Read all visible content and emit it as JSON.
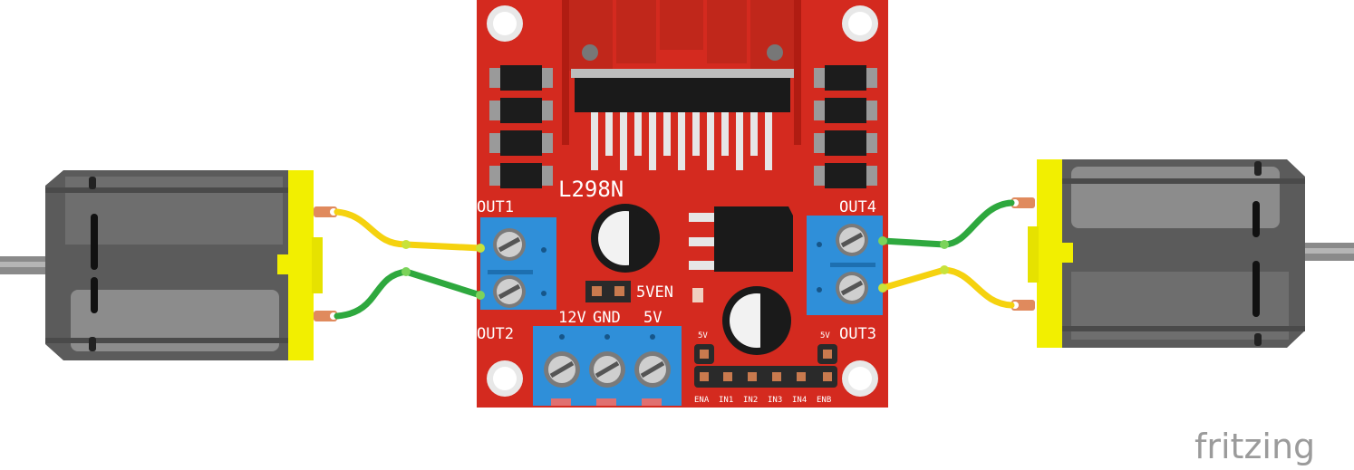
{
  "board": {
    "chip_label": "L298N",
    "out1": "OUT1",
    "out2": "OUT2",
    "out3": "OUT3",
    "out4": "OUT4",
    "power_12v": "12V",
    "power_gnd": "GND",
    "power_5v": "5V",
    "jumper_5ven": "5VEN",
    "header_5v_left": "5V",
    "header_5v_right": "5V",
    "pins": [
      "ENA",
      "IN1",
      "IN2",
      "IN3",
      "IN4",
      "ENB"
    ],
    "color": "#d42a1f"
  },
  "wires": {
    "yellow": "#f5d20f",
    "green": "#2ea83e"
  },
  "motor_color": "#5a5a5a",
  "motor_cap_color": "#f2ef00",
  "terminal_color": "#2f8fd9",
  "brand": "fritzing"
}
